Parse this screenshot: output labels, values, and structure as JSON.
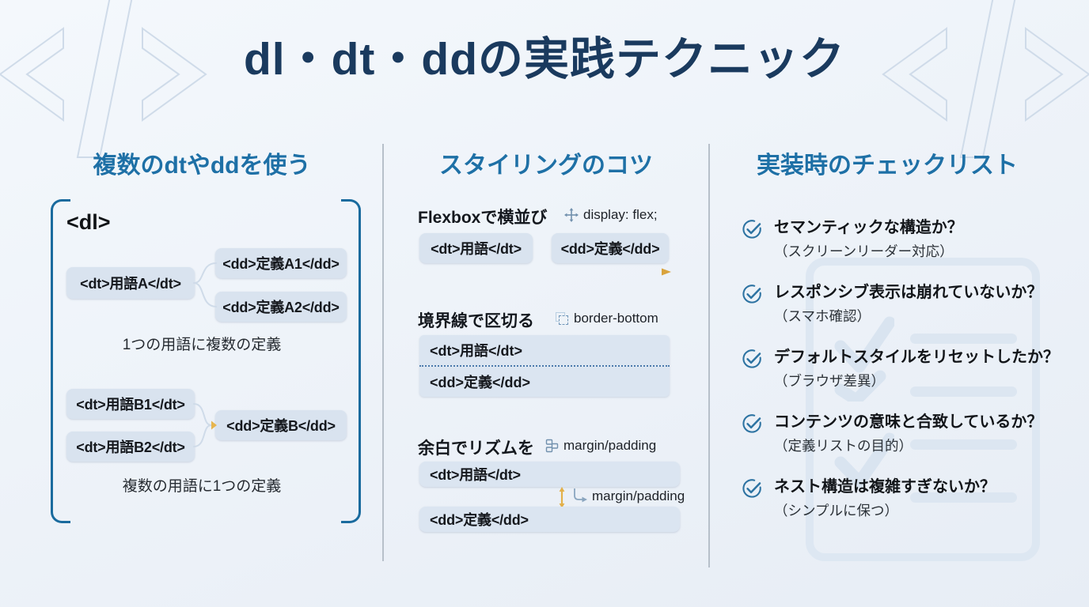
{
  "title": "dl・dt・ddの実践テクニック",
  "col1": {
    "header": "複数のdtやddを使う",
    "dl_open": "<dl>",
    "group_a": {
      "dt": "<dt>用語A</dt>",
      "dd1": "<dd>定義A1</dd>",
      "dd2": "<dd>定義A2</dd>",
      "caption": "1つの用語に複数の定義"
    },
    "group_b": {
      "dt1": "<dt>用語B1</dt>",
      "dt2": "<dt>用語B2</dt>",
      "dd": "<dd>定義B</dd>",
      "caption": "複数の用語に1つの定義"
    }
  },
  "col2": {
    "header": "スタイリングのコツ",
    "sections": [
      {
        "label": "Flexboxで横並び",
        "hint": "display: flex;",
        "dt": "<dt>用語</dt>",
        "dd": "<dd>定義</dd>"
      },
      {
        "label": "境界線で区切る",
        "hint": "border-bottom",
        "dt": "<dt>用語</dt>",
        "dd": "<dd>定義</dd>"
      },
      {
        "label": "余白でリズムを",
        "hint": "margin/padding",
        "dt": "<dt>用語</dt>",
        "dd": "<dd>定義</dd>",
        "gap_hint": "margin/padding"
      }
    ]
  },
  "col3": {
    "header": "実装時のチェックリスト",
    "items": [
      {
        "title": "セマンティックな構造か？",
        "note": "（スクリーンリーダー対応）"
      },
      {
        "title": "レスポンシブ表示は崩れていないか？",
        "note": "（スマホ確認）"
      },
      {
        "title": "デフォルトスタイルをリセットしたか？",
        "note": "（ブラウザ差異）"
      },
      {
        "title": "コンテンツの意味と合致しているか？",
        "note": "（定義リストの目的）"
      },
      {
        "title": "ネスト構造は複雑すぎないか？",
        "note": "（シンプルに保つ）"
      }
    ]
  },
  "icons": {
    "decoration": "code-slash-decoration",
    "flex": "move-arrows-icon",
    "border": "border-bottom-icon",
    "spacing": "spacing-boxes-icon",
    "check": "check-circle-icon"
  },
  "colors": {
    "title_navy": "#1a3a5e",
    "accent_blue": "#1e70a6",
    "bracket_blue": "#1a6b9e",
    "box_bg": "#d9e3ef",
    "gold": "#e0ac45",
    "check_blue": "#2d73a2",
    "watermark": "#dde7f2"
  }
}
